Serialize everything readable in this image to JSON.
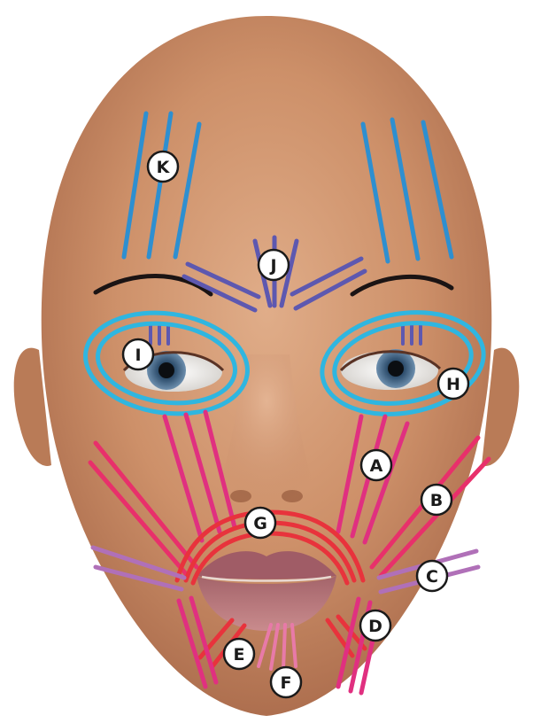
{
  "diagram": {
    "labels": [
      "K",
      "J",
      "I",
      "H",
      "A",
      "B",
      "G",
      "C",
      "D",
      "E",
      "F"
    ]
  },
  "colors": {
    "skin_light": "#d9a17c",
    "skin_mid": "#c68863",
    "skin_dark": "#9c5f40",
    "blue_muscle": "#2e8fd0",
    "purple_muscle": "#5d58b0",
    "cyan_ring": "#2fb6e0",
    "pink_muscle": "#e8306b",
    "red_muscle": "#e8333c",
    "lilac_muscle": "#b070b8",
    "lip": "#b87378",
    "label_fill": "#ffffff",
    "label_stroke": "#1a1a1a"
  }
}
